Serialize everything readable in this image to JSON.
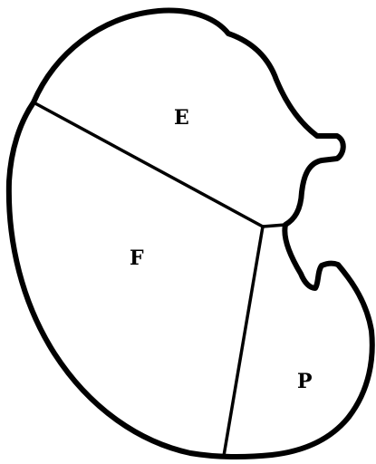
{
  "regions": {
    "e": {
      "label": "E"
    },
    "f": {
      "label": "F"
    },
    "p": {
      "label": "P"
    }
  },
  "colors": {
    "line": "#000000",
    "background": "#ffffff"
  }
}
